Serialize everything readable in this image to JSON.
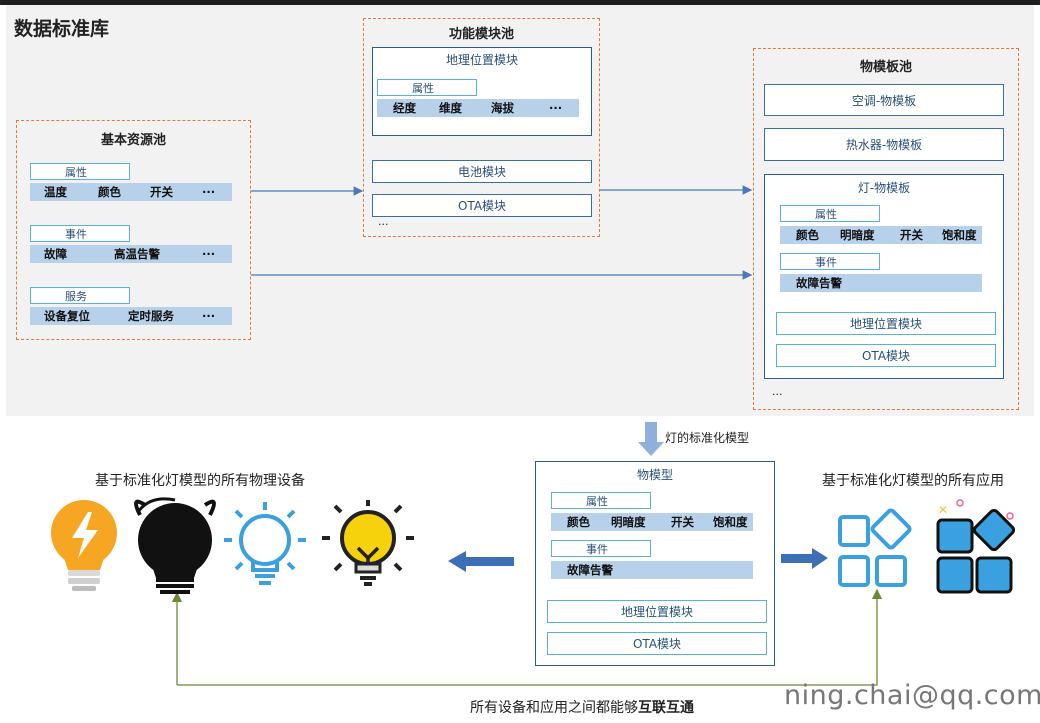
{
  "title": "数据标准库",
  "basic_pool": {
    "title": "基本资源池",
    "groups": [
      {
        "label": "属性",
        "items": [
          "温度",
          "颜色",
          "开关",
          "···"
        ]
      },
      {
        "label": "事件",
        "items": [
          "故障",
          "高温告警",
          "···"
        ]
      },
      {
        "label": "服务",
        "items": [
          "设备复位",
          "定时服务",
          "···"
        ]
      }
    ]
  },
  "function_pool": {
    "title": "功能模块池",
    "geo_module": {
      "title": "地理位置模块",
      "label": "属性",
      "items": [
        "经度",
        "维度",
        "海拔",
        "···"
      ]
    },
    "battery": "电池模块",
    "ota": "OTA模块",
    "more": "···"
  },
  "template_pool": {
    "title": "物模板池",
    "ac": "空调-物模板",
    "heater": "热水器-物模板",
    "lamp": {
      "title": "灯-物模板",
      "prop_label": "属性",
      "props": [
        "颜色",
        "明暗度",
        "开关",
        "饱和度"
      ],
      "event_label": "事件",
      "event": "故障告警",
      "geo": "地理位置模块",
      "ota": "OTA模块"
    },
    "more": "···"
  },
  "std_label": "灯的标准化模型",
  "thing_model": {
    "title": "物模型",
    "prop_label": "属性",
    "props": [
      "颜色",
      "明暗度",
      "开关",
      "饱和度"
    ],
    "event_label": "事件",
    "event": "故障告警",
    "geo": "地理位置模块",
    "ota": "OTA模块"
  },
  "left_caption": "基于标准化灯模型的所有物理设备",
  "right_caption": "基于标准化灯模型的所有应用",
  "bottom_caption_plain": "所有设备和应用之间都能够",
  "bottom_caption_bold": "互联互通",
  "watermark": "ning.chai@qq.com",
  "colors": {
    "accent": "#3aa0e0",
    "arrow": "#4a78b8",
    "dash": "#e07a3f",
    "bar": "#b8d1ea",
    "green": "#6a8a3a",
    "bulb_orange": "#f6a623",
    "bulb_yellow": "#f5d20c"
  }
}
